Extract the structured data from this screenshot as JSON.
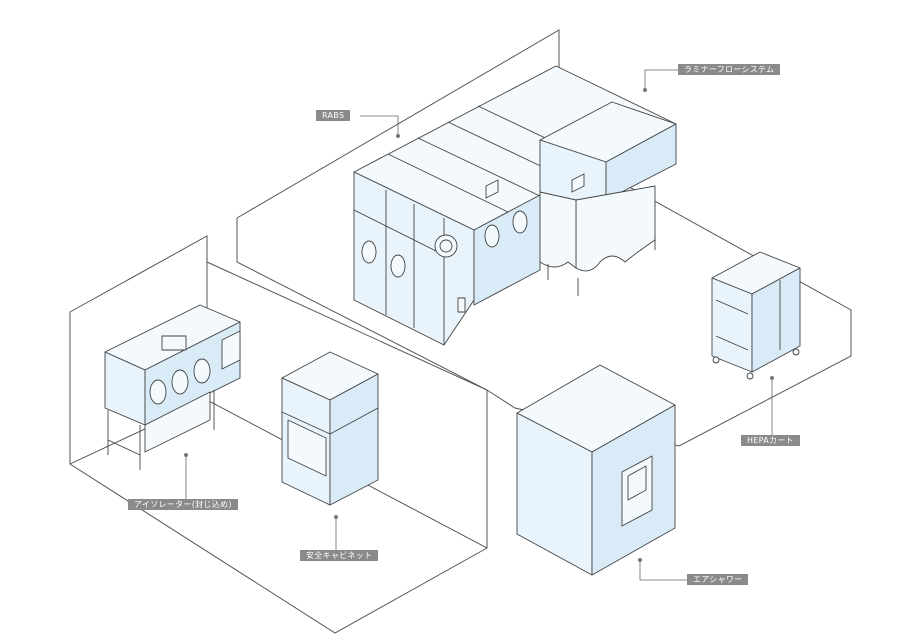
{
  "labels": {
    "rabs": "RABS",
    "laminar": "ラミナーフローシステム",
    "hepa": "HEPAカート",
    "isolator": "アイソレーター(封じ込め)",
    "safety_cabinet": "安全キャビネット",
    "air_shower": "エアシャワー"
  },
  "colors": {
    "equipment_fill": "#e8f3fb",
    "label_bg": "#8a8a8a",
    "label_text": "#ffffff"
  }
}
